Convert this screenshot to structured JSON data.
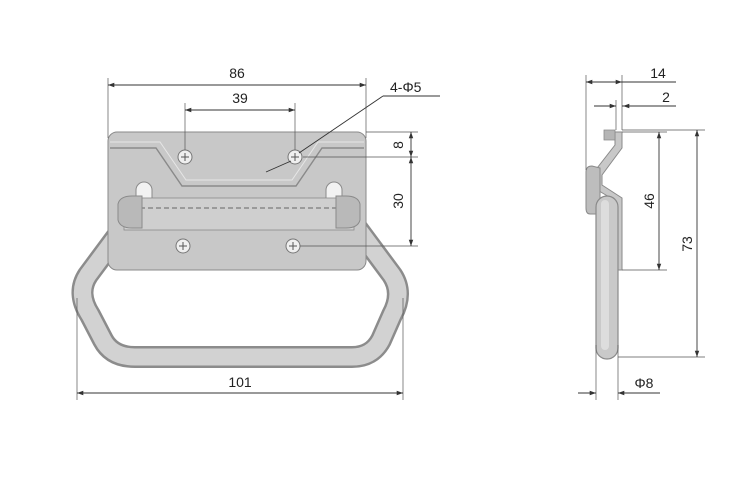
{
  "dimensions": {
    "overall_width": "101",
    "plate_width": "86",
    "hole_spacing": "39",
    "holes": "4-Φ5",
    "edge_to_hole": "8",
    "hole_to_hole_vertical": "30",
    "side_depth": "14",
    "thickness": "2",
    "side_height_inner": "46",
    "side_height_overall": "73",
    "rod_diameter": "Φ8"
  },
  "colors": {
    "metal_light": "#c8c8c8",
    "metal_dark": "#8c8c8c",
    "line": "#333333"
  }
}
